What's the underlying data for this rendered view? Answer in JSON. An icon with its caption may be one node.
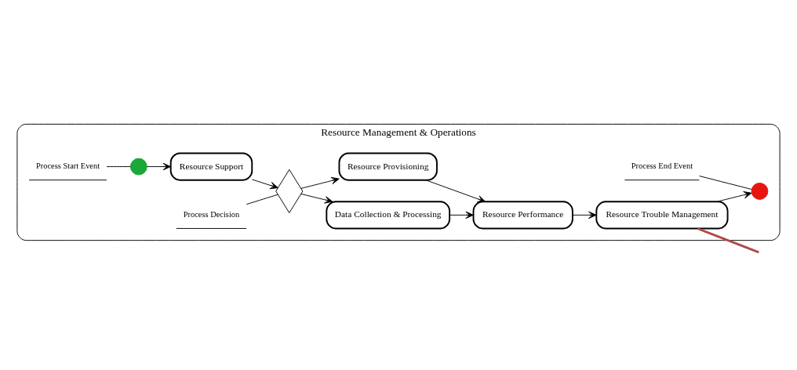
{
  "diagram": {
    "nodes": [
      {
        "text": [
          "Resource Management & Operations"
        ]
      },
      {
        "text": [],
        "shape": "circle",
        "in": 0
      },
      {
        "text": [
          "Resource Support"
        ],
        "in": 0
      },
      {
        "text": [],
        "shape": "diamond",
        "in": 0
      },
      {
        "text": [
          "Data Collection & Processing"
        ],
        "in": 0
      },
      {
        "text": [
          "Resource Provisioning"
        ],
        "in": 0
      },
      {
        "text": [
          "Resource Performance"
        ],
        "in": 0
      },
      {
        "text": [
          "Resource Trouble Management"
        ],
        "in": 0
      },
      {
        "text": [],
        "shape": "circle",
        "in": 0
      },
      {
        "text": [
          "Process Start Event"
        ],
        "in": 0
      },
      {
        "text": [
          "Process Decision"
        ],
        "in": 0
      },
      {
        "text": [
          "Process End Event"
        ],
        "in": 0
      }
    ],
    "edges": [
      {
        "from": 1,
        "to": 2,
        "arrow": "to"
      },
      {
        "from": 2,
        "to": 3,
        "arrow": "to"
      },
      {
        "from": 3,
        "to": 4,
        "arrow": "to"
      },
      {
        "from": 3,
        "to": 5,
        "arrow": "to"
      },
      {
        "from": 4,
        "to": 6,
        "arrow": "to"
      },
      {
        "from": 5,
        "to": 6,
        "arrow": "to"
      },
      {
        "from": 6,
        "to": 7,
        "arrow": "to"
      },
      {
        "from": 7,
        "to": 8,
        "arrow": "to"
      },
      {
        "from": 9,
        "to": 1,
        "arrow": "none"
      },
      {
        "from": 10,
        "to": 3,
        "arrow": "none"
      },
      {
        "from": 11,
        "to": 8,
        "arrow": "none"
      },
      {
        "from": 7,
        "to": null,
        "arrow": "none",
        "style": "thick",
        "color": "#b04a4a"
      }
    ]
  }
}
